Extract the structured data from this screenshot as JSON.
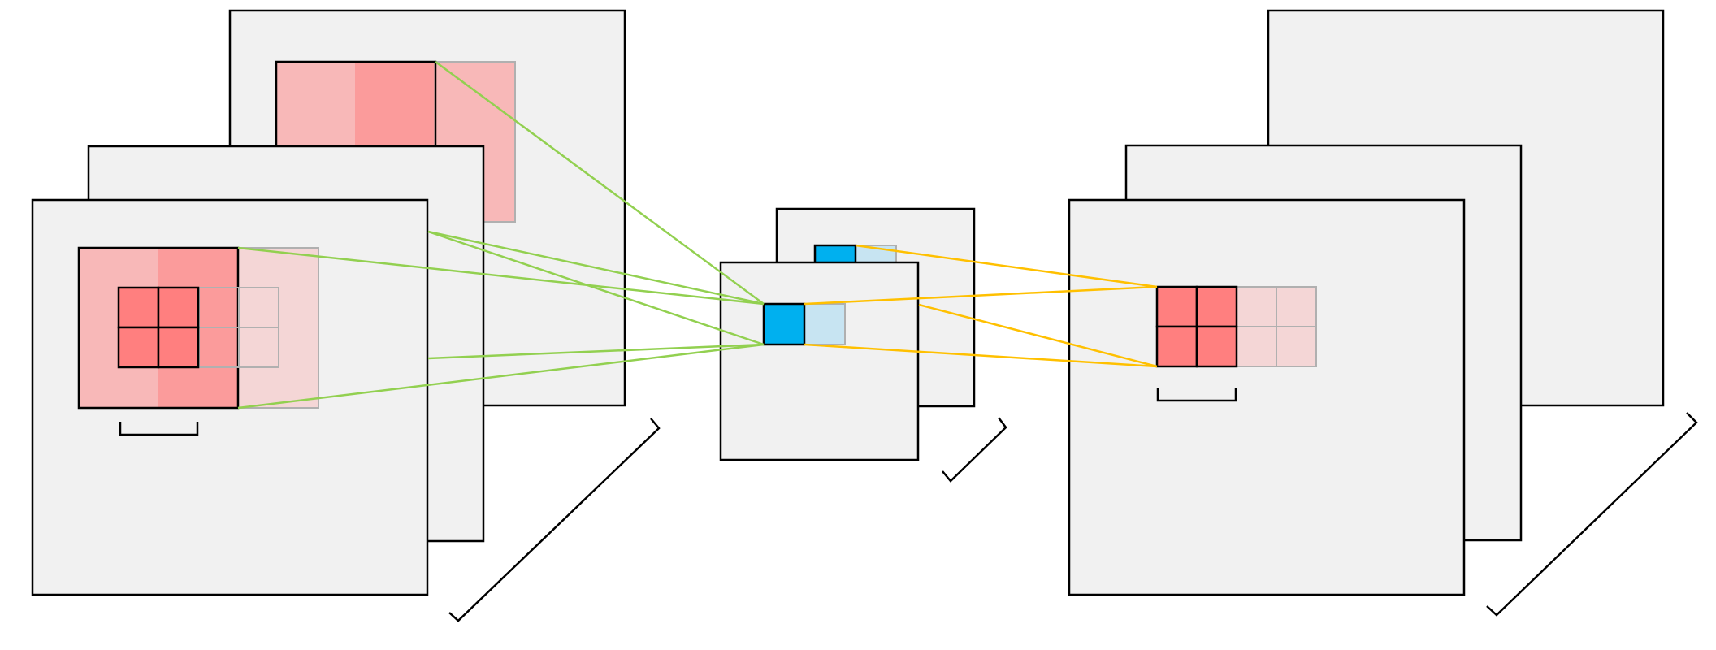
{
  "diagram": {
    "kind": "convolution-feature-maps",
    "stages": [
      {
        "name": "input-stack",
        "layers": 3,
        "fill": "#f1f1f1",
        "highlight": "#f8b8b8",
        "kernel_active": "#ff7f7f",
        "kernel_faded": "#f4d6d6"
      },
      {
        "name": "middle-stack",
        "layers": 2,
        "fill": "#f1f1f1",
        "cell_active": "#00b0ef",
        "cell_faded": "#c7e4f2"
      },
      {
        "name": "output-stack",
        "layers": 3,
        "fill": "#f1f1f1",
        "kernel_active": "#ff7f7f",
        "kernel_faded": "#f4d6d6"
      }
    ],
    "connection_colors": {
      "input_to_middle": "#92d050",
      "middle_to_output": "#ffc000"
    },
    "labels": []
  }
}
